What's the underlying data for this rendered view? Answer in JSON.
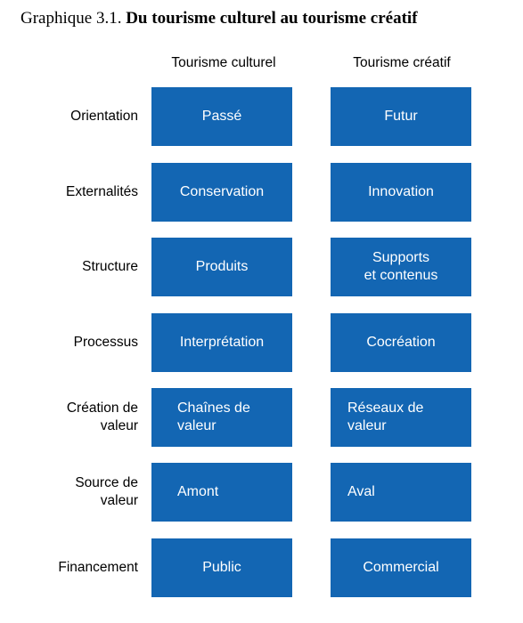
{
  "title": {
    "prefix": "Graphique 3.1. ",
    "main": "Du tourisme culturel au tourisme créatif"
  },
  "columns": {
    "cultural": "Tourisme culturel",
    "creative": "Tourisme créatif"
  },
  "rows": [
    {
      "label": [
        "Orientation"
      ],
      "cultural": [
        "Passé"
      ],
      "creative": [
        "Futur"
      ]
    },
    {
      "label": [
        "Externalités"
      ],
      "cultural": [
        "Conservation"
      ],
      "creative": [
        "Innovation"
      ]
    },
    {
      "label": [
        "Structure"
      ],
      "cultural": [
        "Produits"
      ],
      "creative": [
        "Supports",
        "et contenus"
      ]
    },
    {
      "label": [
        "Processus"
      ],
      "cultural": [
        "Interprétation"
      ],
      "creative": [
        "Cocréation"
      ]
    },
    {
      "label": [
        "Création de",
        "valeur"
      ],
      "cultural": [
        "Chaînes de",
        "valeur"
      ],
      "creative": [
        "Réseaux de",
        "valeur"
      ]
    },
    {
      "label": [
        "Source de",
        "valeur"
      ],
      "cultural": [
        "Amont"
      ],
      "creative": [
        "Aval"
      ]
    },
    {
      "label": [
        "Financement"
      ],
      "cultural": [
        "Public"
      ],
      "creative": [
        "Commercial"
      ]
    }
  ],
  "colors": {
    "box_fill": "#1366b3",
    "box_text": "#ffffff",
    "label_text": "#000000"
  }
}
